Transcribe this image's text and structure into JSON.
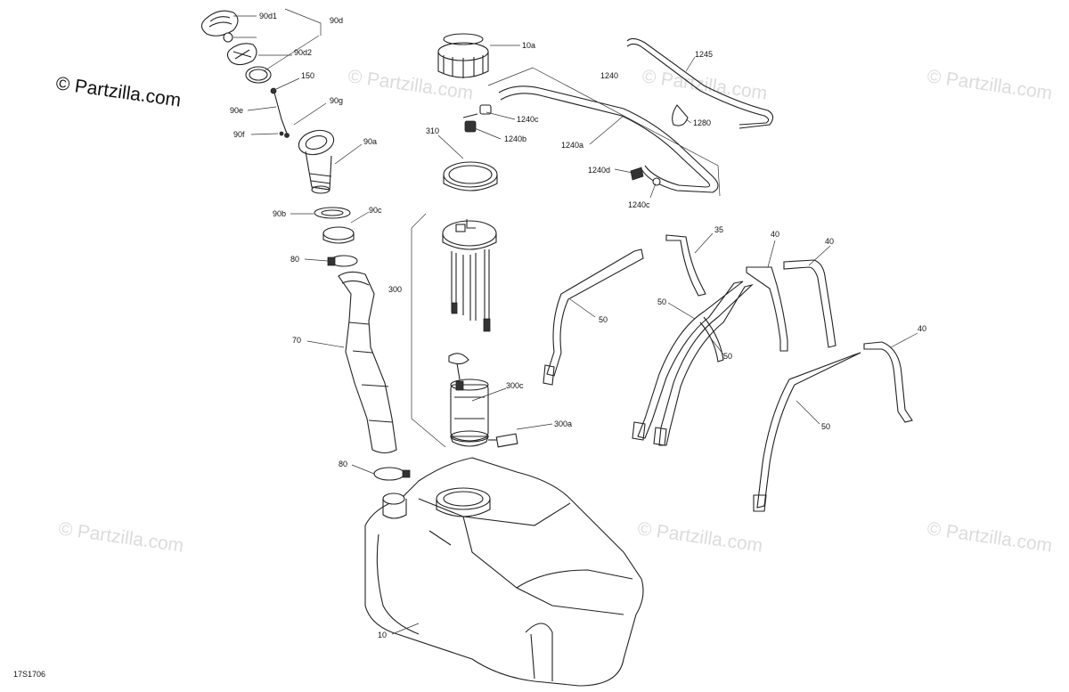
{
  "watermark_text": "© Partzilla.com",
  "brand_text": "© Partzilla.com",
  "drawing_code": "17S1706",
  "callouts": {
    "p90d1": "90d1",
    "p90d": "90d",
    "p90d2": "90d2",
    "p150": "150",
    "p90g": "90g",
    "p90e": "90e",
    "p90f": "90f",
    "p90a": "90a",
    "p90b": "90b",
    "p90c": "90c",
    "p80a": "80",
    "p70": "70",
    "p80b": "80",
    "p10a": "10a",
    "p310": "310",
    "p300": "300",
    "p300c": "300c",
    "p300a": "300a",
    "p10": "10",
    "p1240": "1240",
    "p1240c_top": "1240c",
    "p1240b": "1240b",
    "p1240a": "1240a",
    "p1240d": "1240d",
    "p1240c_bot": "1240c",
    "p1245": "1245",
    "p1280": "1280",
    "p35": "35",
    "p40a": "40",
    "p40b": "40",
    "p40c": "40",
    "p50a": "50",
    "p50b": "50",
    "p50c": "50",
    "p50d": "50"
  }
}
